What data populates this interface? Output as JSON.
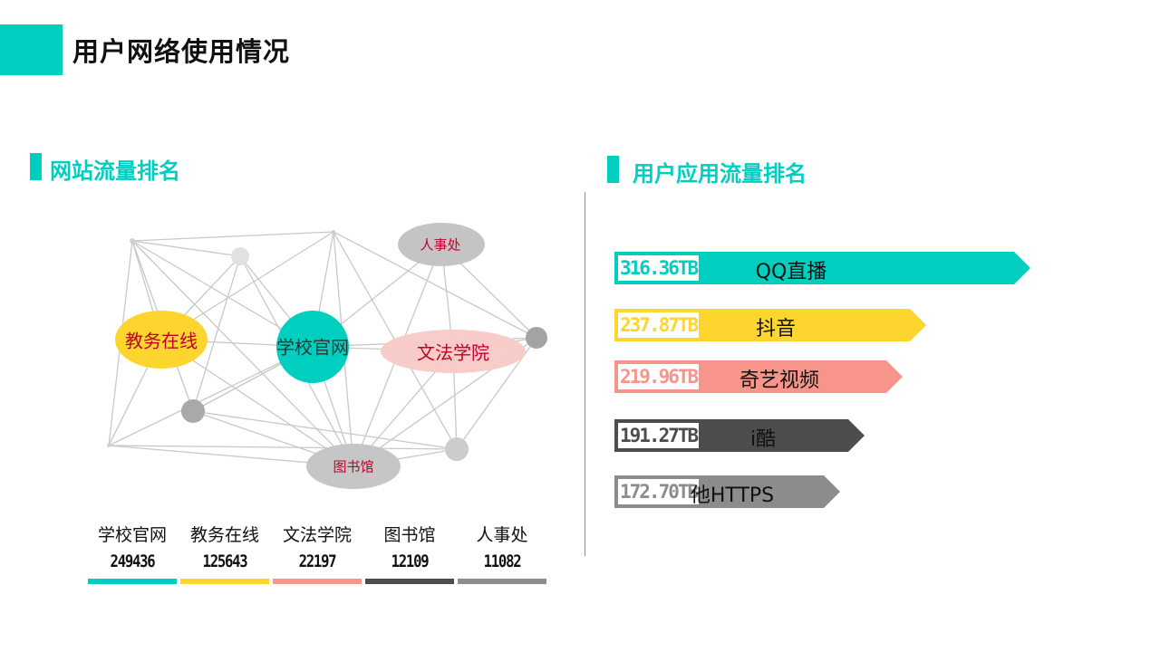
{
  "page": {
    "title": "用户网络使用情况",
    "accent": "#00cfc0"
  },
  "sections": {
    "websites": {
      "title": "网站流量排名"
    },
    "apps": {
      "title": "用户应用流量排名"
    }
  },
  "network": {
    "labels": [
      {
        "id": "jwzx",
        "text": "教务在线",
        "color": "#c0002a"
      },
      {
        "id": "xxgw",
        "text": "学校官网",
        "color": "#333333"
      },
      {
        "id": "wfxy",
        "text": "文法学院",
        "color": "#c0002a"
      },
      {
        "id": "rsc",
        "text": "人事处",
        "color": "#c0002a"
      },
      {
        "id": "tsg",
        "text": "图书馆",
        "color": "#c0002a"
      }
    ]
  },
  "website_stats": [
    {
      "name": "学校官网",
      "value": "249436",
      "color": "#00cfc0"
    },
    {
      "name": "教务在线",
      "value": "125643",
      "color": "#fcd62f"
    },
    {
      "name": "文法学院",
      "value": "22197",
      "color": "#f7958a"
    },
    {
      "name": "图书馆",
      "value": "12109",
      "color": "#4d4d4d"
    },
    {
      "name": "人事处",
      "value": "11082",
      "color": "#8c8c8c"
    }
  ],
  "chart_data": {
    "type": "bar",
    "categories": [
      "QQ直播",
      "抖音",
      "奇艺视频",
      "i酷",
      "他HTTPS"
    ],
    "values": [
      316.36,
      237.87,
      219.96,
      191.27,
      172.7
    ],
    "value_labels": [
      "316.36TB",
      "237.87TB",
      "219.96TB",
      "191.27TB",
      "172.70TB"
    ],
    "colors": [
      "#00cfc0",
      "#fcd62f",
      "#f7958a",
      "#4d4d4d",
      "#8c8c8c"
    ],
    "unit": "TB"
  }
}
